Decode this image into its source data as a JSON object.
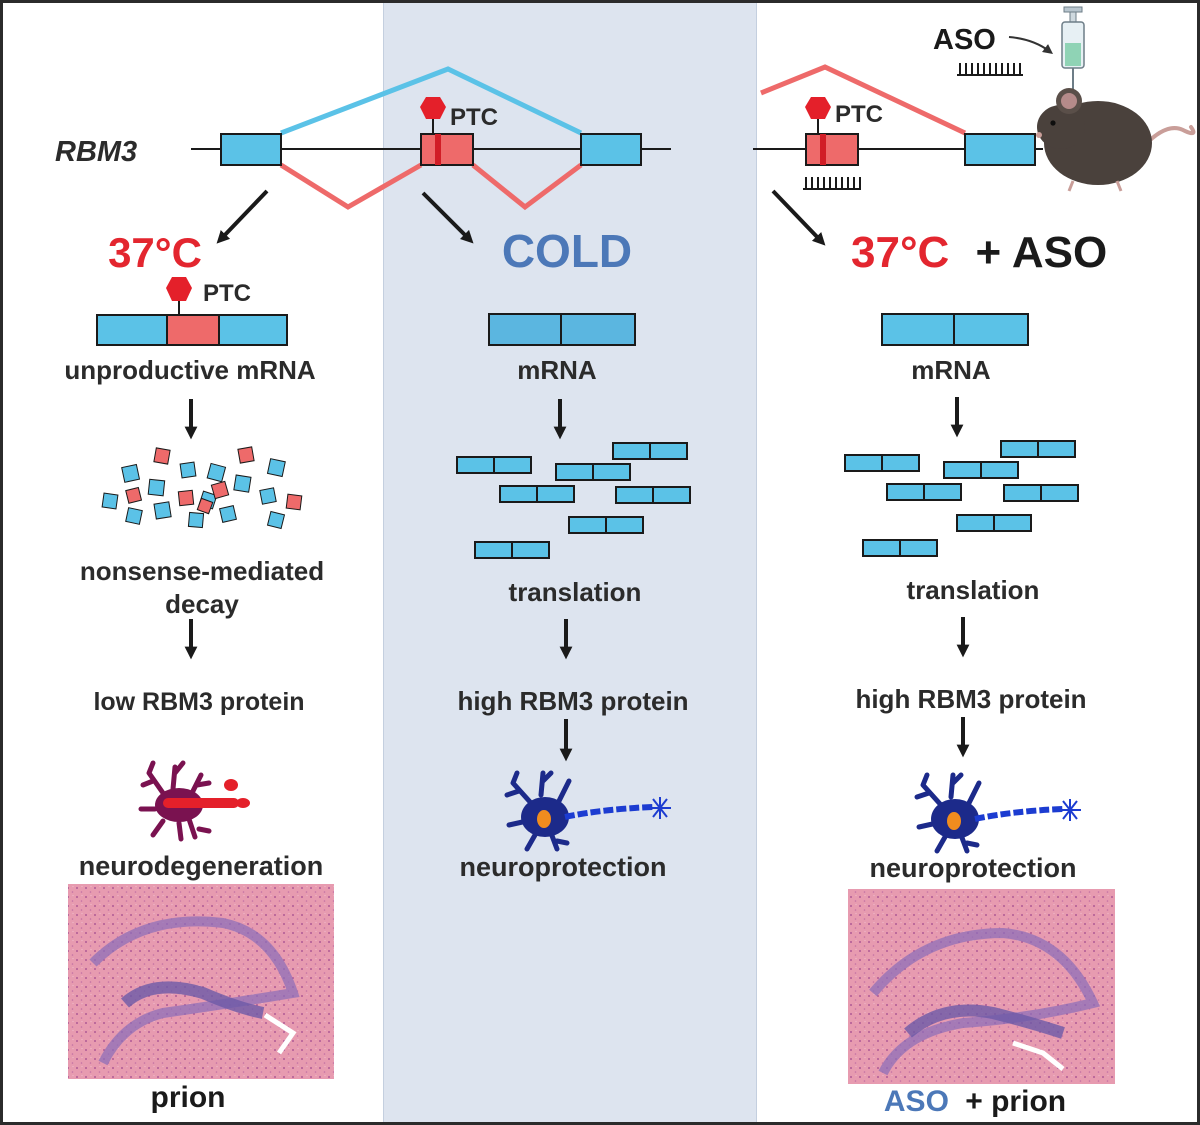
{
  "gene": {
    "name": "RBM3",
    "ptc_label": "PTC",
    "aso_label": "ASO"
  },
  "columns": {
    "warm": {
      "heading": "37°C",
      "ptc_label": "PTC",
      "mrna_label": "unproductive mRNA",
      "process_line1": "nonsense-mediated",
      "process_line2": "decay",
      "protein_label": "low RBM3 protein",
      "outcome_label": "neurodegeneration",
      "tissue_label": "prion"
    },
    "cold": {
      "heading": "COLD",
      "mrna_label": "mRNA",
      "process_label": "translation",
      "protein_label": "high RBM3 protein",
      "outcome_label": "neuroprotection"
    },
    "aso": {
      "heading_temp": "37°C",
      "heading_plus": "+ ASO",
      "mrna_label": "mRNA",
      "process_label": "translation",
      "protein_label": "high RBM3 protein",
      "outcome_label": "neuroprotection",
      "tissue_aso": "ASO",
      "tissue_rest": "+ prion"
    }
  },
  "colors": {
    "exon_blue": "#5bc2e7",
    "ptc_exon_red": "#ee6a6a",
    "stop_sign_red": "#e4202a",
    "warm_red": "#e3262f",
    "cold_blue": "#4c78b8",
    "neuron_blue": "#1c2a8a",
    "degenerating_neuron": "#7a1250",
    "tissue_pink": "#e79bb0",
    "band_background": "#dde4ef"
  }
}
